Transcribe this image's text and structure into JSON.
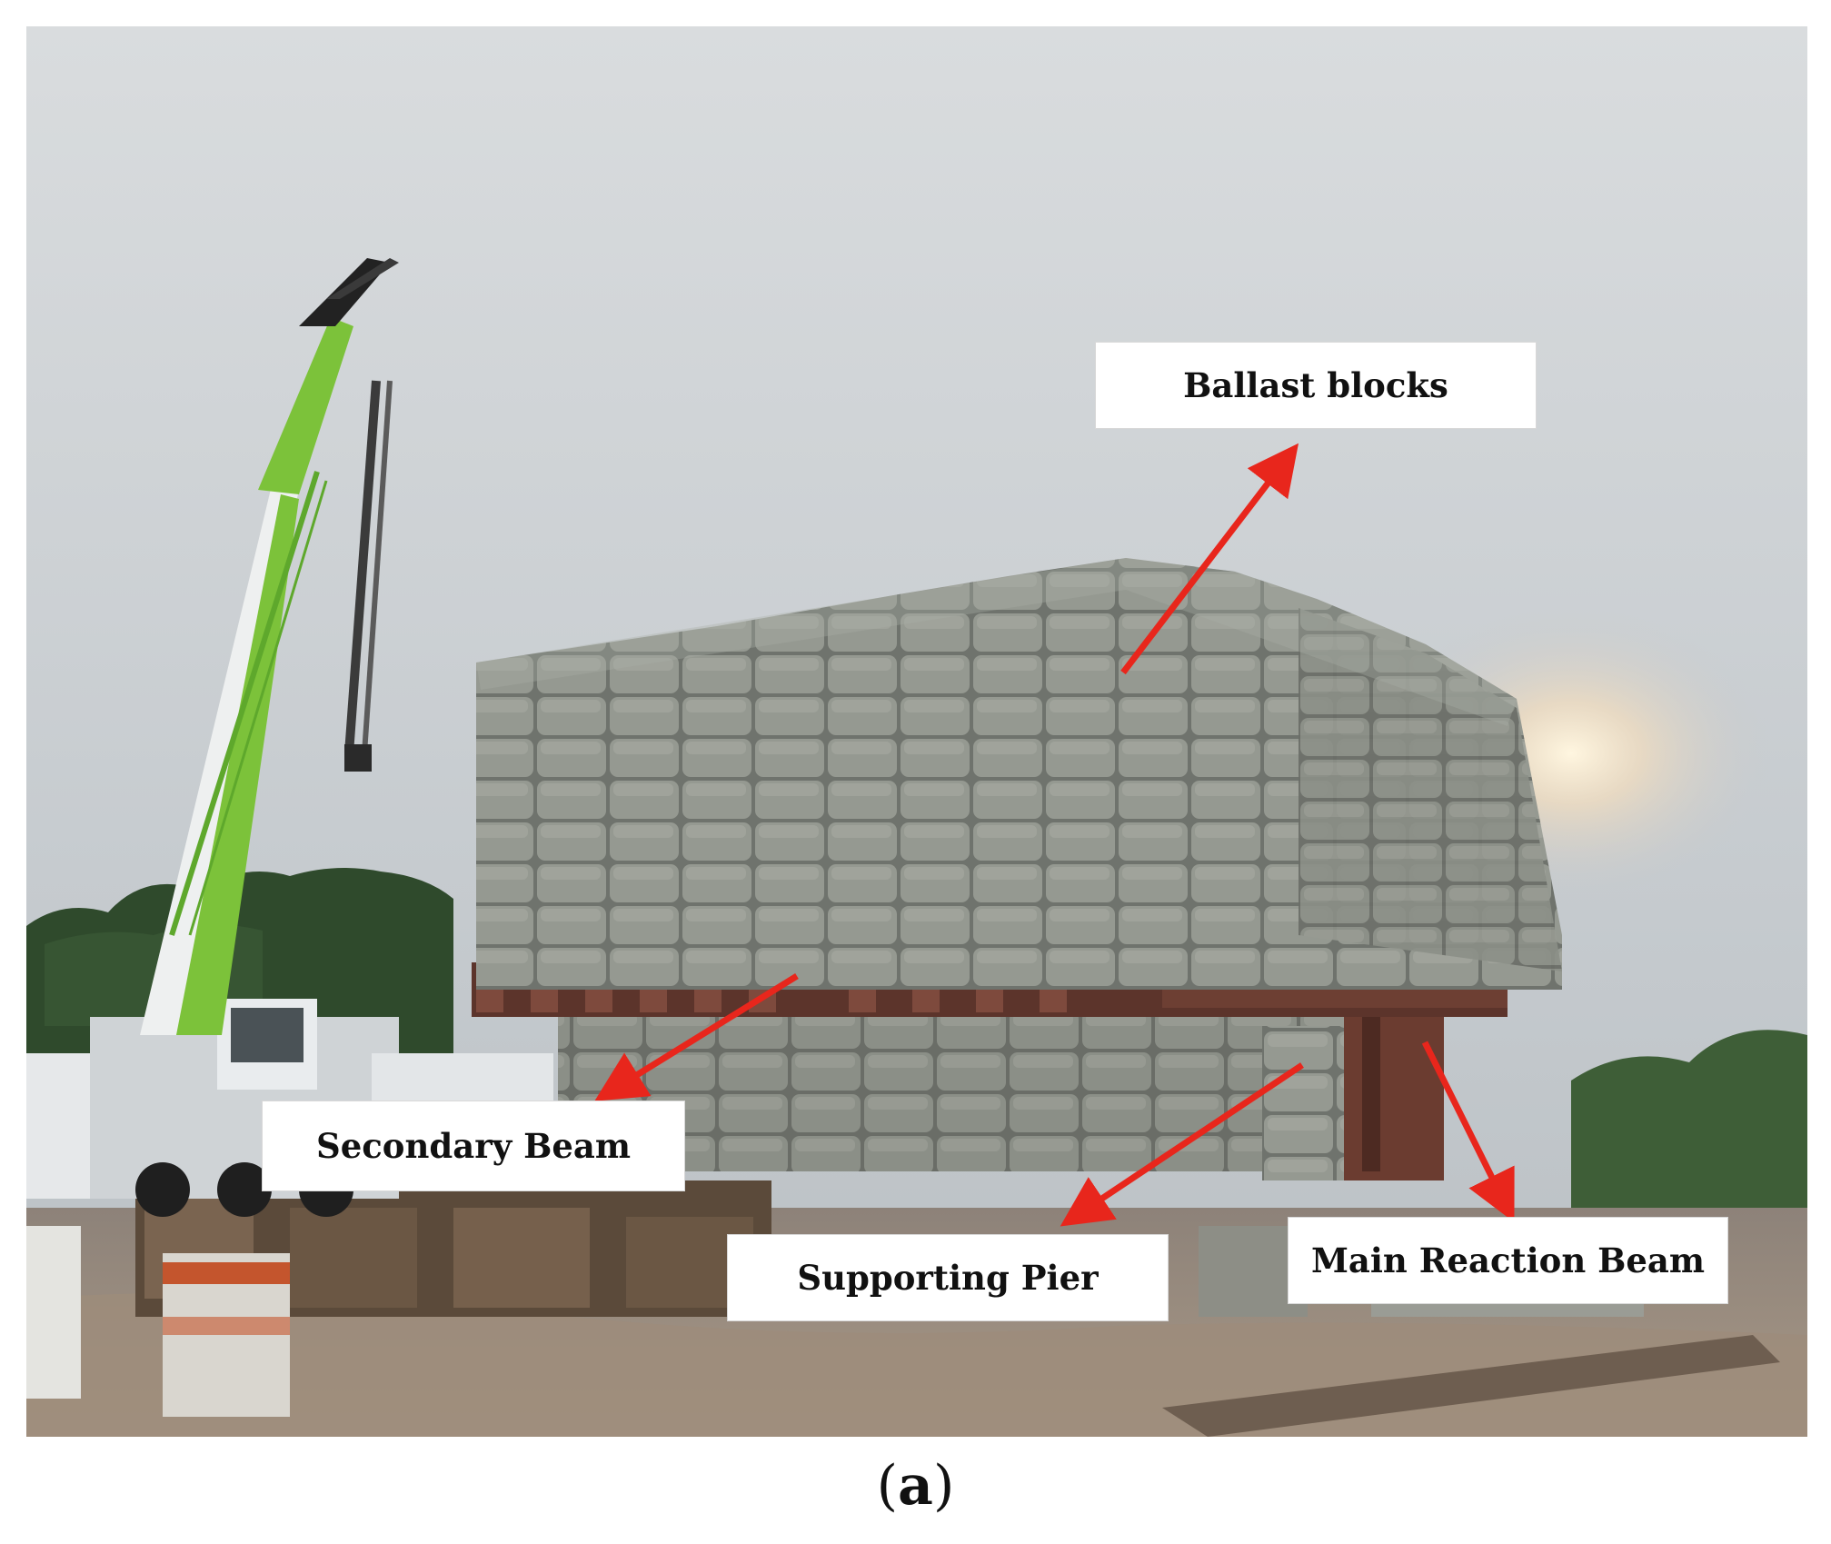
{
  "figure": {
    "labels": {
      "ballast_blocks": "Ballast blocks",
      "secondary_beam": "Secondary Beam",
      "supporting_pier": "Supporting Pier",
      "main_reaction_beam": "Main Reaction Beam"
    },
    "caption": {
      "open": "(",
      "letter": "a",
      "close": ")"
    }
  },
  "colors": {
    "arrow": "#e8261c",
    "sky": "#c9cdd0",
    "block": "#8d918a",
    "crane_green": "#7cc23a",
    "steel_beam": "#6e3e33"
  },
  "icons": {
    "crane": "crane-icon",
    "arrow": "arrow-icon"
  }
}
